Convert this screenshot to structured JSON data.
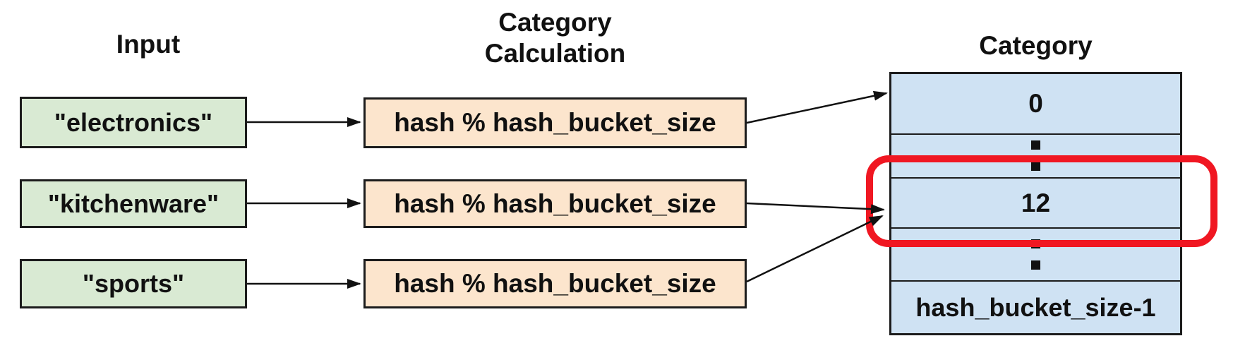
{
  "theme": {
    "green-fill": "#d9ead3",
    "orange-fill": "#fce5cd",
    "blue-fill": "#cfe2f3",
    "highlight-red": "#f01722",
    "ink": "#111111"
  },
  "headers": {
    "input": "Input",
    "calculation_line1": "Category",
    "calculation_line2": "Calculation",
    "category": "Category"
  },
  "rows": [
    {
      "input": "\"electronics\"",
      "calculation": "hash % hash_bucket_size"
    },
    {
      "input": "\"kitchenware\"",
      "calculation": "hash % hash_bucket_size"
    },
    {
      "input": "\"sports\"",
      "calculation": "hash % hash_bucket_size"
    }
  ],
  "bucket_table": {
    "cells": [
      {
        "type": "value",
        "label": "0"
      },
      {
        "type": "ellipsis"
      },
      {
        "type": "value",
        "label": "12"
      },
      {
        "type": "ellipsis"
      },
      {
        "type": "value",
        "label": "hash_bucket_size-1"
      }
    ],
    "highlighted_value": "12"
  }
}
